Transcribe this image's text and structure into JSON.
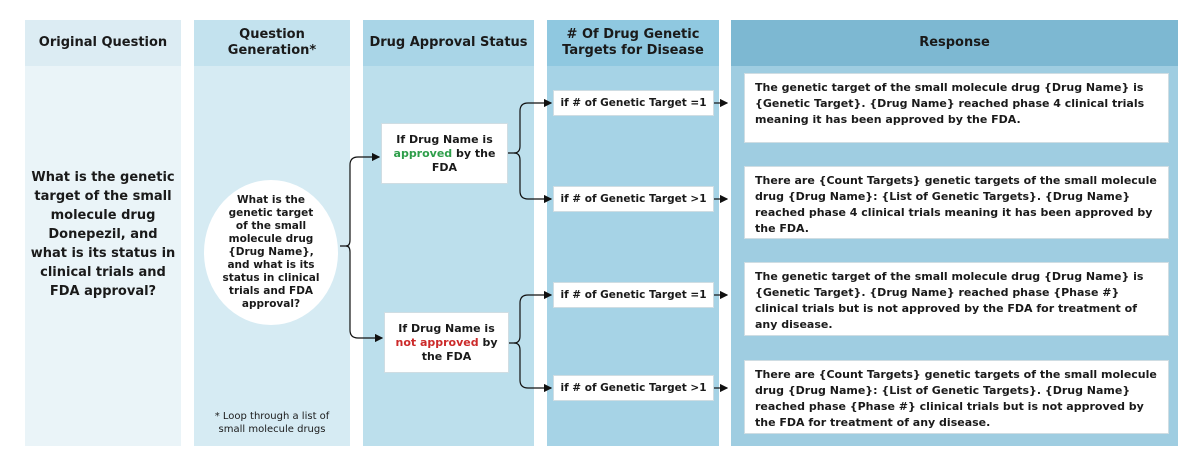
{
  "headers": {
    "original": "Original Question",
    "generation": "Question Generation*",
    "approval": "Drug Approval Status",
    "targets": "# Of Drug Genetic Targets for Disease",
    "response": "Response"
  },
  "original_question": "What is the genetic target of the small molecule drug Donepezil, and what is its status in clinical trials and FDA approval?",
  "template_question": "What is the genetic target of the small molecule drug {Drug Name}, and what is its status in clinical trials and FDA approval?",
  "footnote": "* Loop through a list of small molecule drugs",
  "approval": {
    "approved": {
      "prefix": "If Drug Name is",
      "status": "approved",
      "suffix": "by the FDA"
    },
    "not_approved": {
      "prefix": "If Drug Name is",
      "status": "not approved",
      "suffix": "by the FDA"
    }
  },
  "targets": {
    "t1": "if # of Genetic Target =1",
    "t2": "if # of Genetic Target >1",
    "t3": "if # of Genetic Target =1",
    "t4": "if # of Genetic Target >1"
  },
  "responses": {
    "r1": "The genetic target of the small molecule drug {Drug Name} is {Genetic Target}. {Drug Name} reached phase 4 clinical trials meaning it has been approved by the FDA.",
    "r2": "There are {Count Targets} genetic targets of the small molecule drug {Drug Name}: {List of Genetic Targets}. {Drug Name} reached phase 4 clinical trials meaning it has been approved by the FDA.",
    "r3": "The genetic target of the small molecule drug {Drug Name} is {Genetic Target}. {Drug Name} reached phase {Phase #} clinical trials but is not approved by the FDA for treatment of any disease.",
    "r4": "There are {Count Targets} genetic targets of the small molecule drug {Drug Name}: {List of Genetic Targets}. {Drug Name} reached phase {Phase #} clinical trials but is not approved by the FDA for treatment of any disease."
  },
  "colors": {
    "col1_head": "#dcecf3",
    "col1_body": "#eaf4f8",
    "col2_head": "#c3e2ee",
    "col2_body": "#d6ebf3",
    "col3_head": "#a9d5e7",
    "col3_body": "#bcdfec",
    "col4_head": "#8fc8e0",
    "col4_body": "#a6d3e6",
    "col5_head": "#7db8d2",
    "col5_body": "#9fcde1"
  }
}
